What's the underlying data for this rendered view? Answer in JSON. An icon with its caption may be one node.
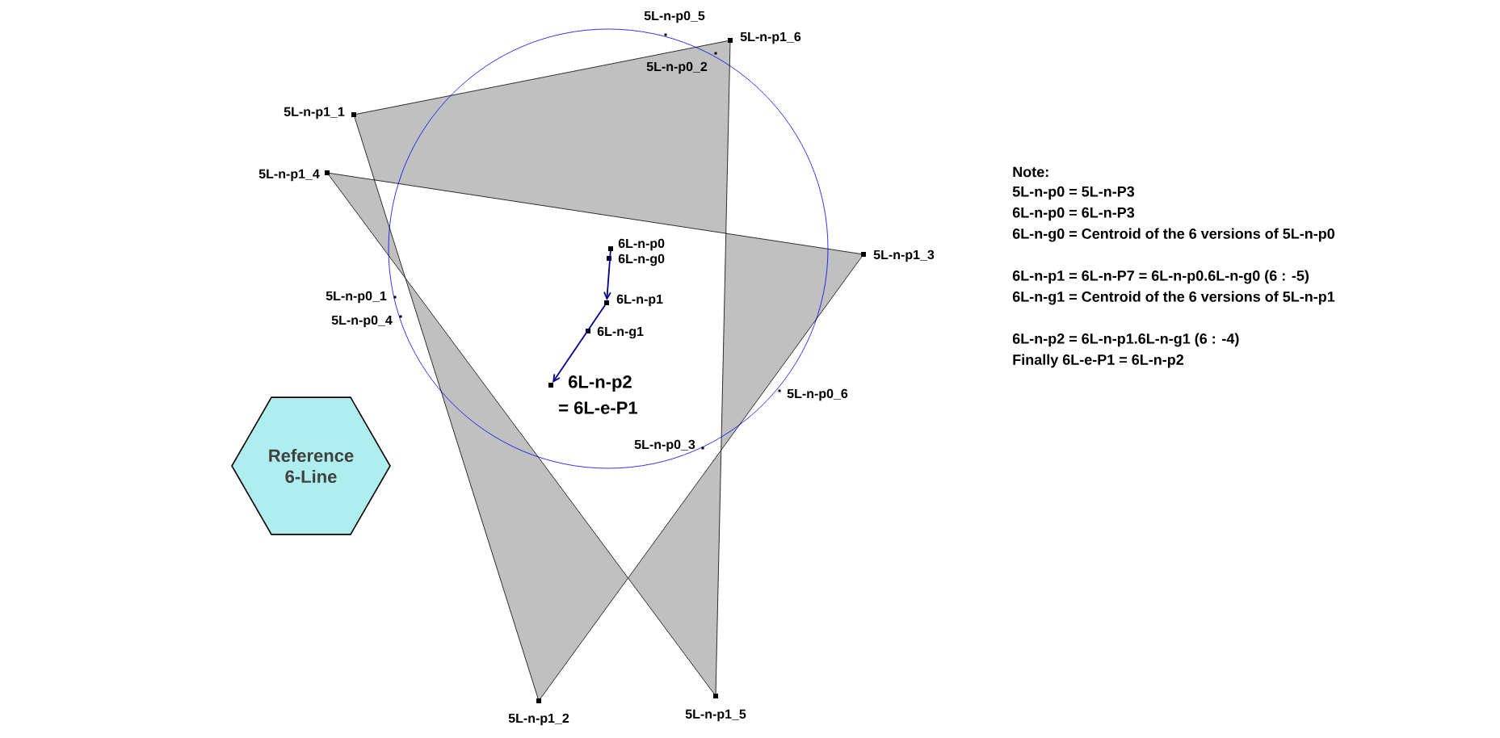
{
  "diagram": {
    "nodes": [
      {
        "text": [
          "5L-n-p0_5"
        ]
      },
      {
        "text": [
          "5L-n-p1_6"
        ]
      },
      {
        "text": [
          "5L-n-p0_2"
        ]
      },
      {
        "text": [
          "5L-n-p1_1"
        ]
      },
      {
        "text": [
          "5L-n-p1_4"
        ]
      },
      {
        "text": [
          "5L-n-p1_3"
        ]
      },
      {
        "text": [
          "6L-n-p0"
        ]
      },
      {
        "text": [
          "6L-n-g0"
        ]
      },
      {
        "text": [
          "5L-n-p0_1"
        ]
      },
      {
        "text": [
          "6L-n-p1"
        ]
      },
      {
        "text": [
          "5L-n-p0_4"
        ]
      },
      {
        "text": [
          "6L-n-g1"
        ]
      },
      {
        "text": [
          "5L-n-p0_6"
        ]
      },
      {
        "text": [
          "6L-n-p2",
          "= 6L-e-P1"
        ]
      },
      {
        "text": [
          "5L-n-p0_3"
        ]
      },
      {
        "text": [
          "Reference 6-Line"
        ]
      },
      {
        "text": [
          "5L-n-p1_5"
        ]
      },
      {
        "text": [
          "5L-n-p1_2"
        ]
      }
    ],
    "edges": [
      {
        "from": 3,
        "to": 1,
        "arrow": "none"
      },
      {
        "from": 1,
        "to": 16,
        "arrow": "none"
      },
      {
        "from": 16,
        "to": 4,
        "arrow": "none"
      },
      {
        "from": 4,
        "to": 5,
        "arrow": "none"
      },
      {
        "from": 5,
        "to": 17,
        "arrow": "none"
      },
      {
        "from": 17,
        "to": 3,
        "arrow": "none"
      },
      {
        "from": 6,
        "to": 9,
        "arrow": "to",
        "color": "#00008b"
      },
      {
        "from": 9,
        "to": 13,
        "arrow": "to",
        "color": "#00008b"
      }
    ],
    "labels": [
      "Note:",
      "5L-n-p0 = 5L-n-P3",
      "6L-n-p0 = 6L-n-P3",
      "6L-n-g0 = Centroid of the 6 versions of 5L-n-p0",
      "6L-n-p1 = 6L-n-P7 = 6L-n-p0.6L-n-g0 (6 : -5)",
      "6L-n-g1 = Centroid of the 6 versions of 5L-n-p1",
      "6L-n-p2 = 6L-n-p1.6L-n-g1 (6 : -4)",
      "Finally 6L-e-P1 = 6L-n-p2"
    ]
  }
}
